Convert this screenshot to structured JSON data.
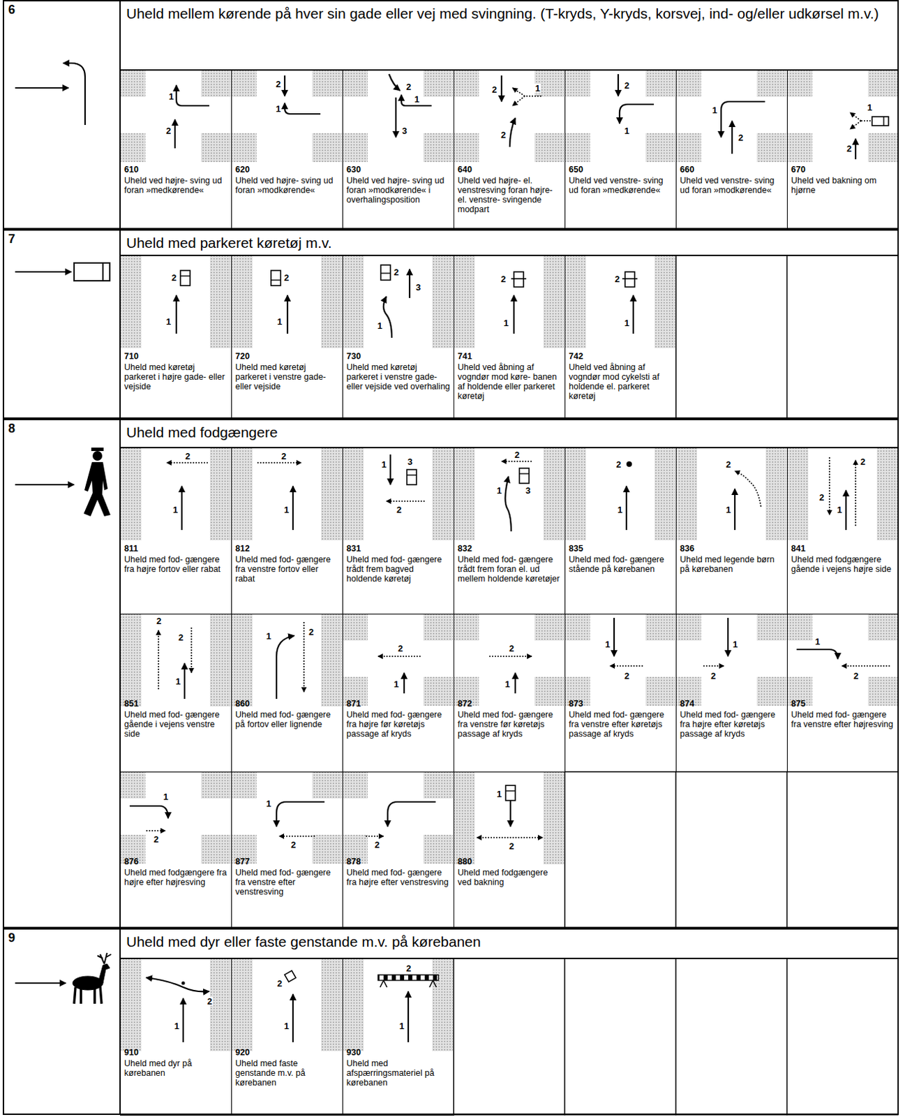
{
  "diagram": {
    "nodes": [
      {
        "text": [
          "6",
          "Uheld mellem kørende på hver sin gade eller vej med svingning. (T-kryds, Y-kryds, korsvej, ind- og/eller udkørsel m.v.)"
        ]
      },
      {
        "text": [
          "610",
          "Uheld ved højre- sving ud foran »medkørende«"
        ],
        "in": 0
      },
      {
        "text": [
          "620",
          "Uheld ved højre- sving ud foran »modkørende«"
        ],
        "in": 0
      },
      {
        "text": [
          "630",
          "Uheld ved højre- sving ud foran »modkørende« i overhalingsposition"
        ],
        "in": 0
      },
      {
        "text": [
          "640",
          "Uheld ved højre- el. venstresving foran højre- el. venstre- svingende modpart"
        ],
        "in": 0
      },
      {
        "text": [
          "650",
          "Uheld ved venstre- sving ud foran »medkørende«"
        ],
        "in": 0
      },
      {
        "text": [
          "660",
          "Uheld ved venstre- sving ud foran »modkørende«"
        ],
        "in": 0
      },
      {
        "text": [
          "670",
          "Uheld ved bakning om hjørne"
        ],
        "in": 0
      },
      {
        "text": [
          "7",
          "Uheld med parkeret køretøj m.v."
        ]
      },
      {
        "text": [
          "710",
          "Uheld med køretøj parkeret i højre gade- eller vejside"
        ],
        "in": 8
      },
      {
        "text": [
          "720",
          "Uheld med køretøj parkeret i venstre gade- eller vejside"
        ],
        "in": 8
      },
      {
        "text": [
          "730",
          "Uheld med køretøj parkeret i venstre gade- eller vejside ved overhaling"
        ],
        "in": 8
      },
      {
        "text": [
          "741",
          "Uheld ved åbning af vogndør mod køre- banen af holdende eller parkeret køretøj"
        ],
        "in": 8
      },
      {
        "text": [
          "742",
          "Uheld ved åbning af vogndør mod cykelsti af holdende el. parkeret køretøj"
        ],
        "in": 8
      },
      {
        "text": [
          "8",
          "Uheld med fodgængere"
        ]
      },
      {
        "text": [
          "811",
          "Uheld med fod- gængere fra højre fortov eller rabat"
        ],
        "in": 14
      },
      {
        "text": [
          "812",
          "Uheld med fod- gængere fra venstre fortov eller rabat"
        ],
        "in": 14
      },
      {
        "text": [
          "831",
          "Uheld med fod- gængere trådt frem bagved holdende køretøj"
        ],
        "in": 14
      },
      {
        "text": [
          "832",
          "Uheld med fod- gængere trådt frem foran el. ud mellem holdende køretøjer"
        ],
        "in": 14
      },
      {
        "text": [
          "835",
          "Uheld med fod- gængere stående på kørebanen"
        ],
        "in": 14
      },
      {
        "text": [
          "836",
          "Uheld med legende børn på kørebanen"
        ],
        "in": 14
      },
      {
        "text": [
          "841",
          "Uheld med fodgængere gående i vejens højre side"
        ],
        "in": 14
      },
      {
        "text": [
          "851",
          "Uheld med fod- gængere gående i vejens venstre side"
        ],
        "in": 14
      },
      {
        "text": [
          "860",
          "Uheld med fod- gængere på fortov eller lignende"
        ],
        "in": 14
      },
      {
        "text": [
          "871",
          "Uheld med fod- gængere fra højre før køretøjs passage af kryds"
        ],
        "in": 14
      },
      {
        "text": [
          "872",
          "Uheld med fod- gængere fra venstre før køretøjs passage af kryds"
        ],
        "in": 14
      },
      {
        "text": [
          "873",
          "Uheld med fod- gængere fra venstre efter køretøjs passage af kryds"
        ],
        "in": 14
      },
      {
        "text": [
          "874",
          "Uheld med fod- gængere fra højre efter køretøjs passage af kryds"
        ],
        "in": 14
      },
      {
        "text": [
          "875",
          "Uheld med fod- gængere fra venstre efter højresving"
        ],
        "in": 14
      },
      {
        "text": [
          "876",
          "Uheld med fodgængere fra højre efter højresving"
        ],
        "in": 14
      },
      {
        "text": [
          "877",
          "Uheld med fod- gængere fra venstre efter venstresving"
        ],
        "in": 14
      },
      {
        "text": [
          "878",
          "Uheld med fod- gængere fra højre efter venstresving"
        ],
        "in": 14
      },
      {
        "text": [
          "880",
          "Uheld med fodgængere ved bakning"
        ],
        "in": 14
      },
      {
        "text": [
          "9",
          "Uheld med dyr eller faste genstande m.v. på kørebanen"
        ]
      },
      {
        "text": [
          "910",
          "Uheld med dyr på kørebanen"
        ],
        "in": 33
      },
      {
        "text": [
          "920",
          "Uheld med faste genstande m.v. på kørebanen"
        ],
        "in": 33
      },
      {
        "text": [
          "930",
          "Uheld med afspærringsmateriel på kørebanen"
        ],
        "in": 33
      }
    ],
    "labels": [
      "1",
      "2",
      "2",
      "1",
      "2",
      "1",
      "3",
      "2",
      "1",
      "2",
      "2",
      "1",
      "1",
      "2",
      "1",
      "2",
      "2",
      "1",
      "2",
      "1",
      "2",
      "3",
      "1",
      "2",
      "1",
      "2",
      "1",
      "2",
      "1",
      "2",
      "1",
      "1",
      "3",
      "2",
      "2",
      "1",
      "3",
      "2",
      "1",
      "2",
      "1",
      "2",
      "2",
      "1",
      "2",
      "2",
      "1",
      "1",
      "2",
      "2",
      "1",
      "2",
      "1",
      "1",
      "2",
      "1",
      "2",
      "1",
      "2",
      "1",
      "2",
      "1",
      "2",
      "2",
      "1",
      "2",
      "2",
      "1",
      "2",
      "1",
      "2",
      "1"
    ]
  }
}
